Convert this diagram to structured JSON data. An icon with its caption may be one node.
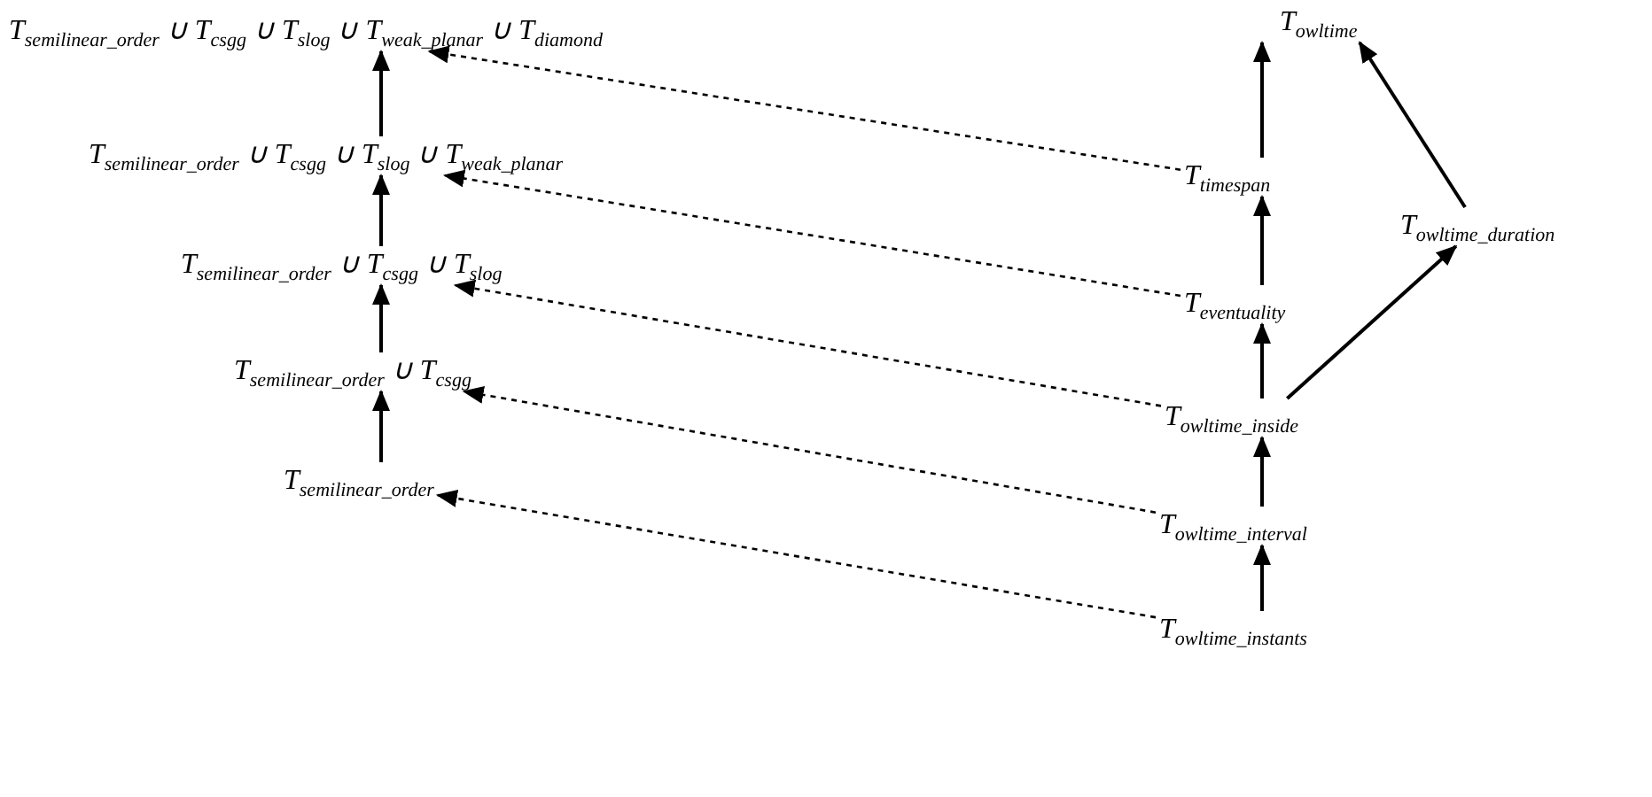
{
  "diagram": {
    "nodes": [
      {
        "text": [
          "T$_{owltime}$"
        ]
      },
      {
        "text": [
          "T$_{semilinear_order}$ ∪ T$_{csgg}$ ∪ T$_{slog}$ ∪ T$_{weak_planar}$ ∪ T$_{diamond}$"
        ]
      },
      {
        "text": [
          "T$_{semilinear_order}$ ∪ T$_{csgg}$ ∪ T$_{slog}$ ∪ T$_{weak_planar}$"
        ]
      },
      {
        "text": [
          "T$_{timespan}$"
        ]
      },
      {
        "text": [
          "T$_{owltime_duration}$"
        ]
      },
      {
        "text": [
          "T$_{semilinear_order}$ ∪ T$_{csgg}$ ∪ T$_{slog}$"
        ]
      },
      {
        "text": [
          "T$_{eventuality}$"
        ]
      },
      {
        "text": [
          "T$_{semilinear_order}$ ∪ T$_{csgg}$"
        ]
      },
      {
        "text": [
          "T$_{owltime_inside}$"
        ]
      },
      {
        "text": [
          "T$_{semilinear_order}$"
        ]
      },
      {
        "text": [
          "T$_{owltime_interval}$"
        ]
      },
      {
        "text": [
          "T$_{owltime_instants}$"
        ]
      }
    ],
    "edges": [
      {
        "from": 9,
        "to": 7,
        "arrow": "to"
      },
      {
        "from": 7,
        "to": 5,
        "arrow": "to"
      },
      {
        "from": 5,
        "to": 2,
        "arrow": "to"
      },
      {
        "from": 2,
        "to": 1,
        "arrow": "to"
      },
      {
        "from": 11,
        "to": 10,
        "arrow": "to"
      },
      {
        "from": 10,
        "to": 8,
        "arrow": "to"
      },
      {
        "from": 8,
        "to": 6,
        "arrow": "to"
      },
      {
        "from": 6,
        "to": 3,
        "arrow": "to"
      },
      {
        "from": 3,
        "to": 0,
        "arrow": "to"
      },
      {
        "from": 8,
        "to": 4,
        "arrow": "to"
      },
      {
        "from": 4,
        "to": 0,
        "arrow": "to"
      },
      {
        "from": 3,
        "to": 1,
        "arrow": "to",
        "style": "dashed"
      },
      {
        "from": 6,
        "to": 2,
        "arrow": "to",
        "style": "dashed"
      },
      {
        "from": 8,
        "to": 5,
        "arrow": "to",
        "style": "dashed"
      },
      {
        "from": 10,
        "to": 7,
        "arrow": "to",
        "style": "dashed"
      },
      {
        "from": 11,
        "to": 9,
        "arrow": "to",
        "style": "dashed"
      }
    ]
  }
}
